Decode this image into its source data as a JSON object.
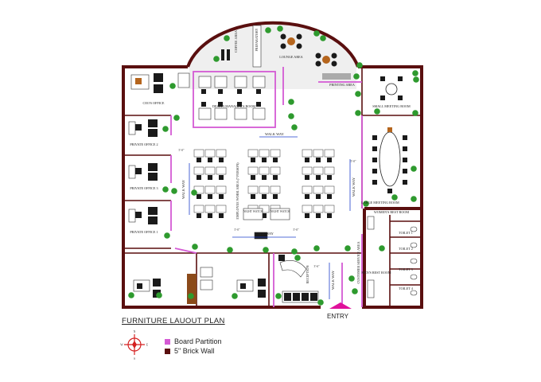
{
  "colors": {
    "wall": "#5a0f0f",
    "partition": "#d45ad4",
    "tree": "#2e9a2e",
    "chair": "#1a1a1a",
    "desk": "#ffffff",
    "table_brown": "#b5651d",
    "entry_arrow": "#e0119b",
    "lounge_floor": "#e8e8e8",
    "walkway_arrow": "#1e3fcc"
  },
  "rooms": {
    "ceo_office": "CEO'S OFFICE",
    "design_manager": "DESIGN MANAGER'S ROOM",
    "private_2": "PRIVATE OFFICE 2",
    "private_3": "PRIVATE OFFICE 3",
    "private_1": "PRIVATE OFFICE 1",
    "employee_area": "EMPLOYEE WORK AREA (7 PERSON)",
    "small_meeting": "SMALL MEETING ROOM",
    "large_meeting": "LARGE MEETING ROOM",
    "women_rest": "WOMEN'S REST ROOM",
    "men_rest": "MEN'S REST ROOM",
    "lounge": "LOUNGE AREA",
    "coffee": "COFFEE AREA",
    "printing": "PRINTING AREA",
    "pantry": "PREPARATORY",
    "reception": "RECEPTION",
    "night_watch_1": "NIGHT WATCH",
    "night_watch_2": "NIGHT WATCH",
    "toilet_1": "TOILET 1",
    "toilet_2": "TOILET 2",
    "toilet_3": "TOILET 3",
    "toilet_4": "TOILET 4",
    "customer": "CUSTOMER SERVICE AREA"
  },
  "walkway_label": "WALK WAY",
  "dims": {
    "d1": "5'-0\"",
    "d2": "5'-0\"",
    "d3": "5'-0\"",
    "d4": "5'-0\"",
    "d5": "3'-6\""
  },
  "compass": {
    "n": "N",
    "s": "S",
    "e": "E",
    "w": "W"
  },
  "legend": {
    "title": "FURNITURE LAUOUT PLAN",
    "items": [
      {
        "label": "Board Partition",
        "color": "#d45ad4"
      },
      {
        "label": "5\" Brick Wall",
        "color": "#5a0f0f"
      }
    ]
  },
  "entry_label": "ENTRY"
}
